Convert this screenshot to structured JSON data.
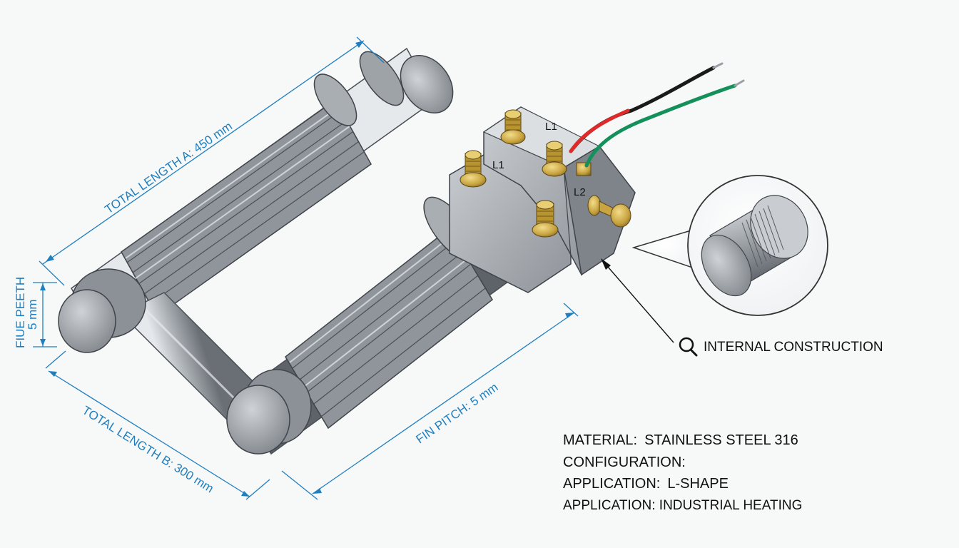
{
  "dimensions": {
    "total_length_a": "TOTAL LENGTH A: 450 mm",
    "total_length_b": "TOTAL LENGTH B: 300 mm",
    "fin_pitch": "FIN PITCH: 5 mm",
    "fin_depth_label": "FIUE PEETH",
    "fin_depth_value": "5 mm"
  },
  "terminals": {
    "top_label": "L1",
    "left_label": "L1",
    "right_label": "L2"
  },
  "callout": {
    "label": "INTERNAL CONSTRUCTION",
    "icon": "magnifier-icon"
  },
  "specs": {
    "material_label": "MATERIAL:",
    "material_value": "STAINLESS STEEL 316",
    "configuration_label": "CONFIGURATION:",
    "application_label": "APPLICATION:",
    "application_value": "L-SHAPE",
    "application_2": "APPLICATION: INDUSTRIAL HEATING"
  },
  "colors": {
    "dimension_blue": "#1f7fc0",
    "steel": "#9aa0a6",
    "brass": "#c9a440",
    "wire_red": "#e02a2a",
    "wire_green": "#14905a",
    "wire_black": "#1a1a1a"
  }
}
